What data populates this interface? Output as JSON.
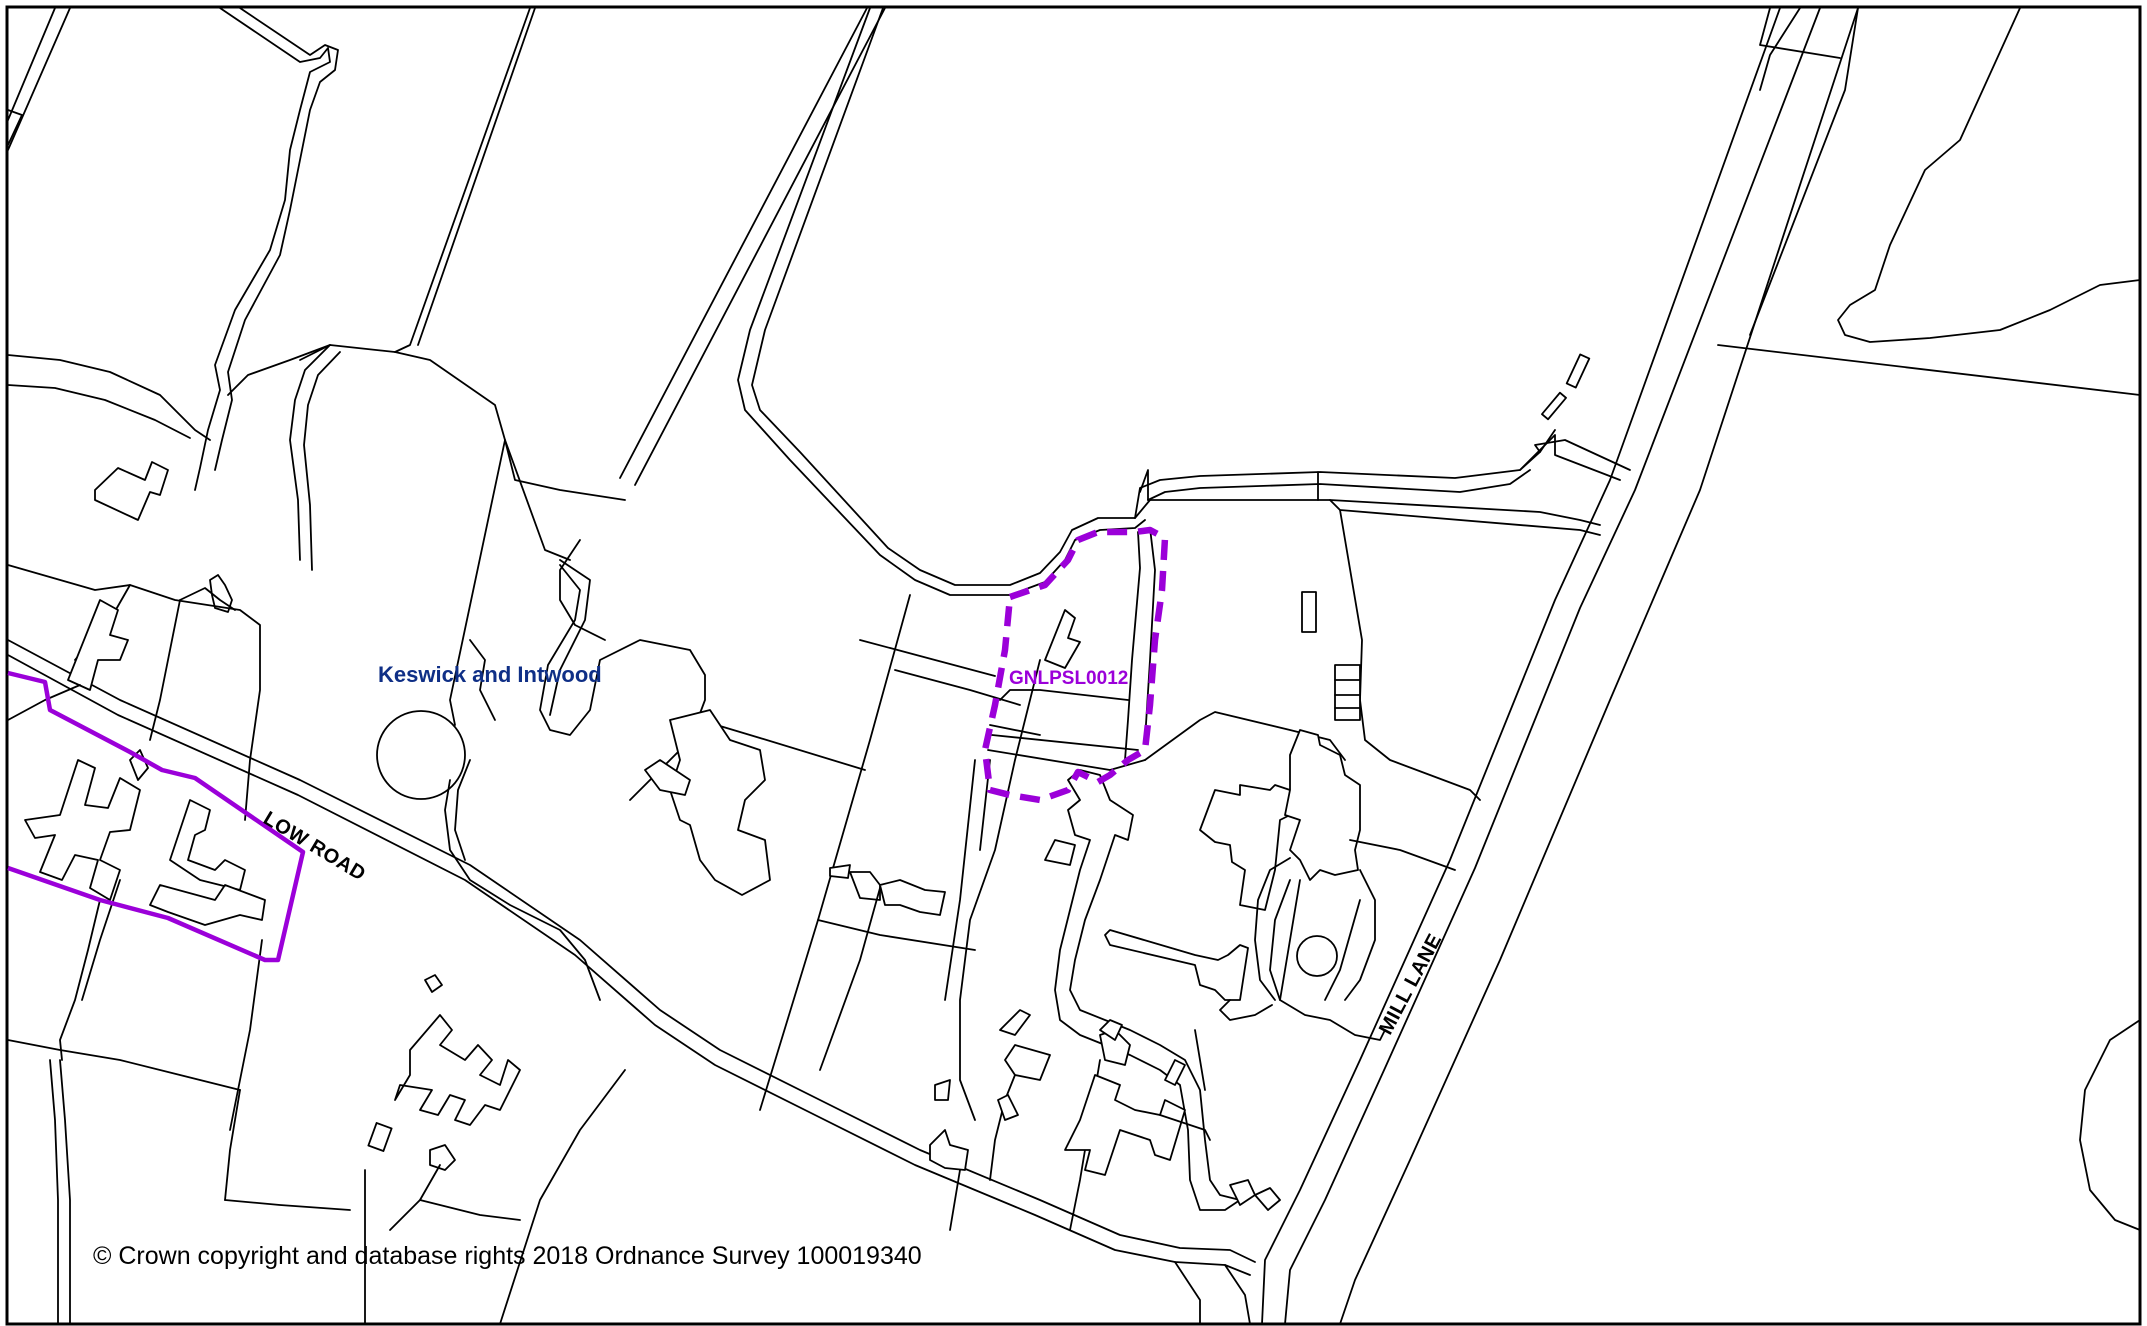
{
  "map": {
    "parish_label": "Keswick and Intwood",
    "site_label": "GNLPSL0012",
    "roads": [
      {
        "id": "low-road",
        "label": "LOW ROAD"
      },
      {
        "id": "mill-lane",
        "label": "MILL LANE"
      }
    ],
    "copyright": "© Crown copyright and database rights 2018 Ordnance Survey 100019340"
  },
  "colors": {
    "site_boundary": "#9b00d9",
    "settlement_boundary": "#9b00d9",
    "parish_label": "#0f2f86",
    "linework": "#000000",
    "background": "#ffffff"
  }
}
